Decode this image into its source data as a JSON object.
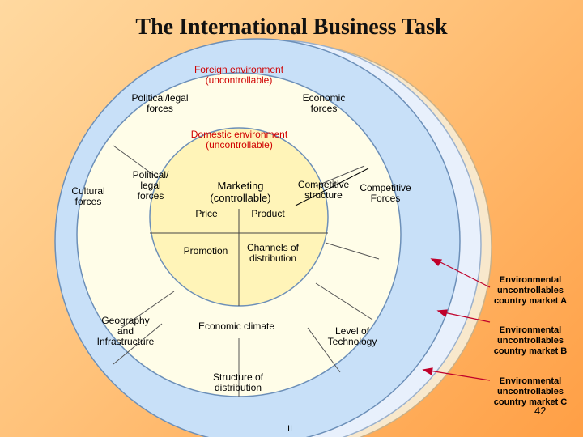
{
  "title": "The International Business Task",
  "foreign_env": "Foreign environment\n(uncontrollable)",
  "political_legal_forces": "Political/legal\nforces",
  "economic_forces": "Economic\nforces",
  "domestic_env": "Domestic environment\n(uncontrollable)",
  "cultural_forces": "Cultural\nforces",
  "domestic_political": "Political/\nlegal\nforces",
  "marketing": "Marketing\n(controllable)",
  "competitive_structure": "Competitive\nstructure",
  "competitive_forces": "Competitive\nForces",
  "price": "Price",
  "product": "Product",
  "promotion": "Promotion",
  "channels": "Channels of\ndistribution",
  "geography": "Geography\nand\nInfrastructure",
  "economic_climate": "Economic climate",
  "level_tech": "Level of\nTechnology",
  "structure_distribution": "Structure of\ndistribution",
  "env_a": "Environmental\nuncontrollables\ncountry market A",
  "env_b": "Environmental\nuncontrollables\ncountry market B",
  "env_c": "Environmental\nuncontrollables\ncountry market C",
  "page_number": "42",
  "mark": "II",
  "colors": {
    "outer_blue": "#c8e0f8",
    "ring_back_b": "#e8f0fc",
    "ring_back_c": "#f8e8cc",
    "domestic_fill": "#fffde8",
    "marketing_fill": "#fff4b8",
    "red": "#d00000",
    "dark_red": "#c0002a"
  }
}
